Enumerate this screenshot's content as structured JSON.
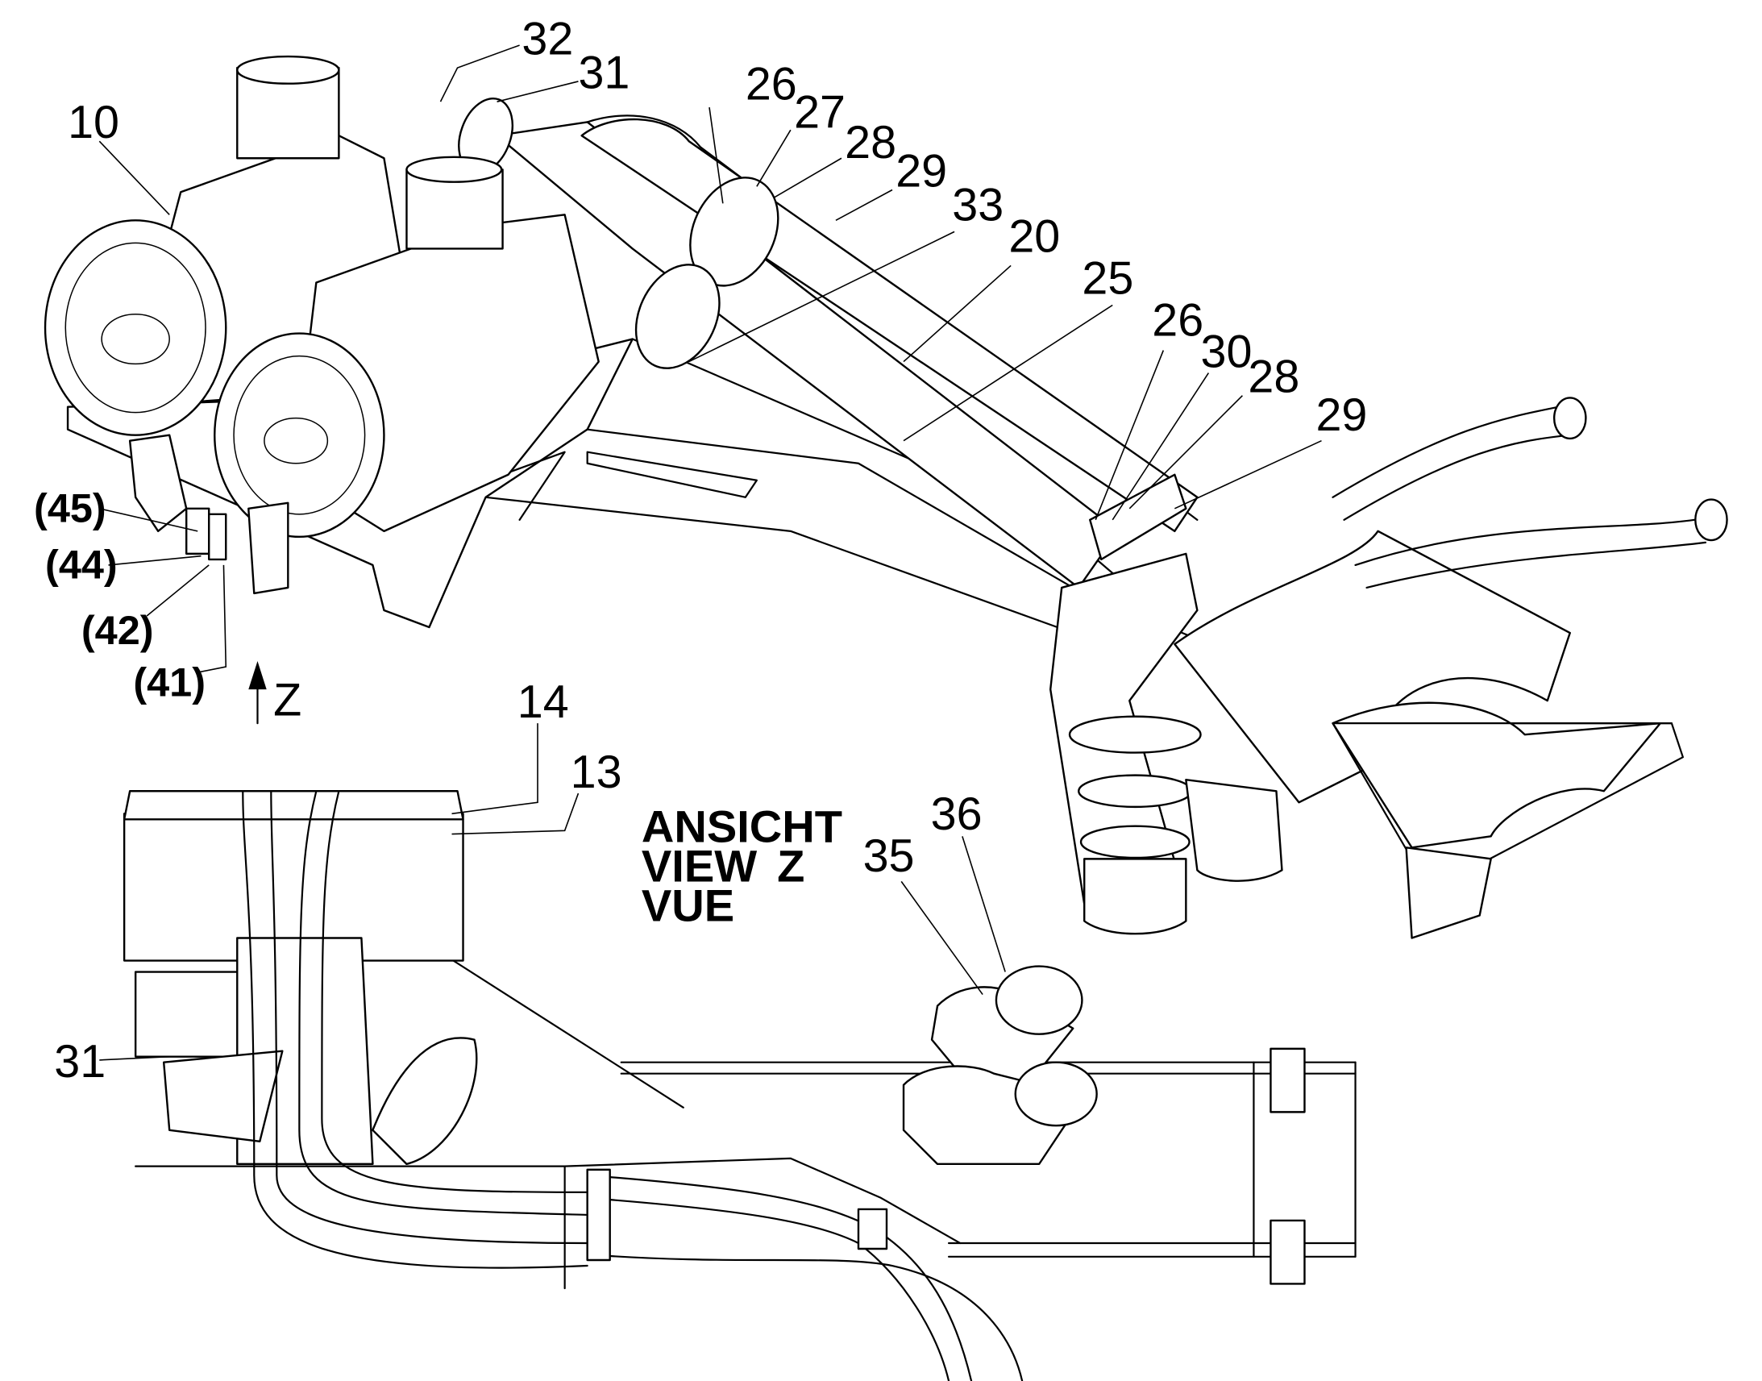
{
  "labels": {
    "l10": "10",
    "l13": "13",
    "l14": "14",
    "l20": "20",
    "l25": "25",
    "l26a": "26",
    "l26b": "26",
    "l27": "27",
    "l28a": "28",
    "l28b": "28",
    "l29a": "29",
    "l29b": "29",
    "l30": "30",
    "l31a": "31",
    "l31b": "31",
    "l32": "32",
    "l33": "33",
    "l35": "35",
    "l36": "36",
    "l41": "(41)",
    "l42": "(42)",
    "l44": "(44)",
    "l45": "(45)",
    "lz": "Z"
  },
  "view_caption": {
    "line1": "ANSICHT",
    "line2": "VIEW",
    "line2_letter": "Z",
    "line3": "VUE"
  }
}
